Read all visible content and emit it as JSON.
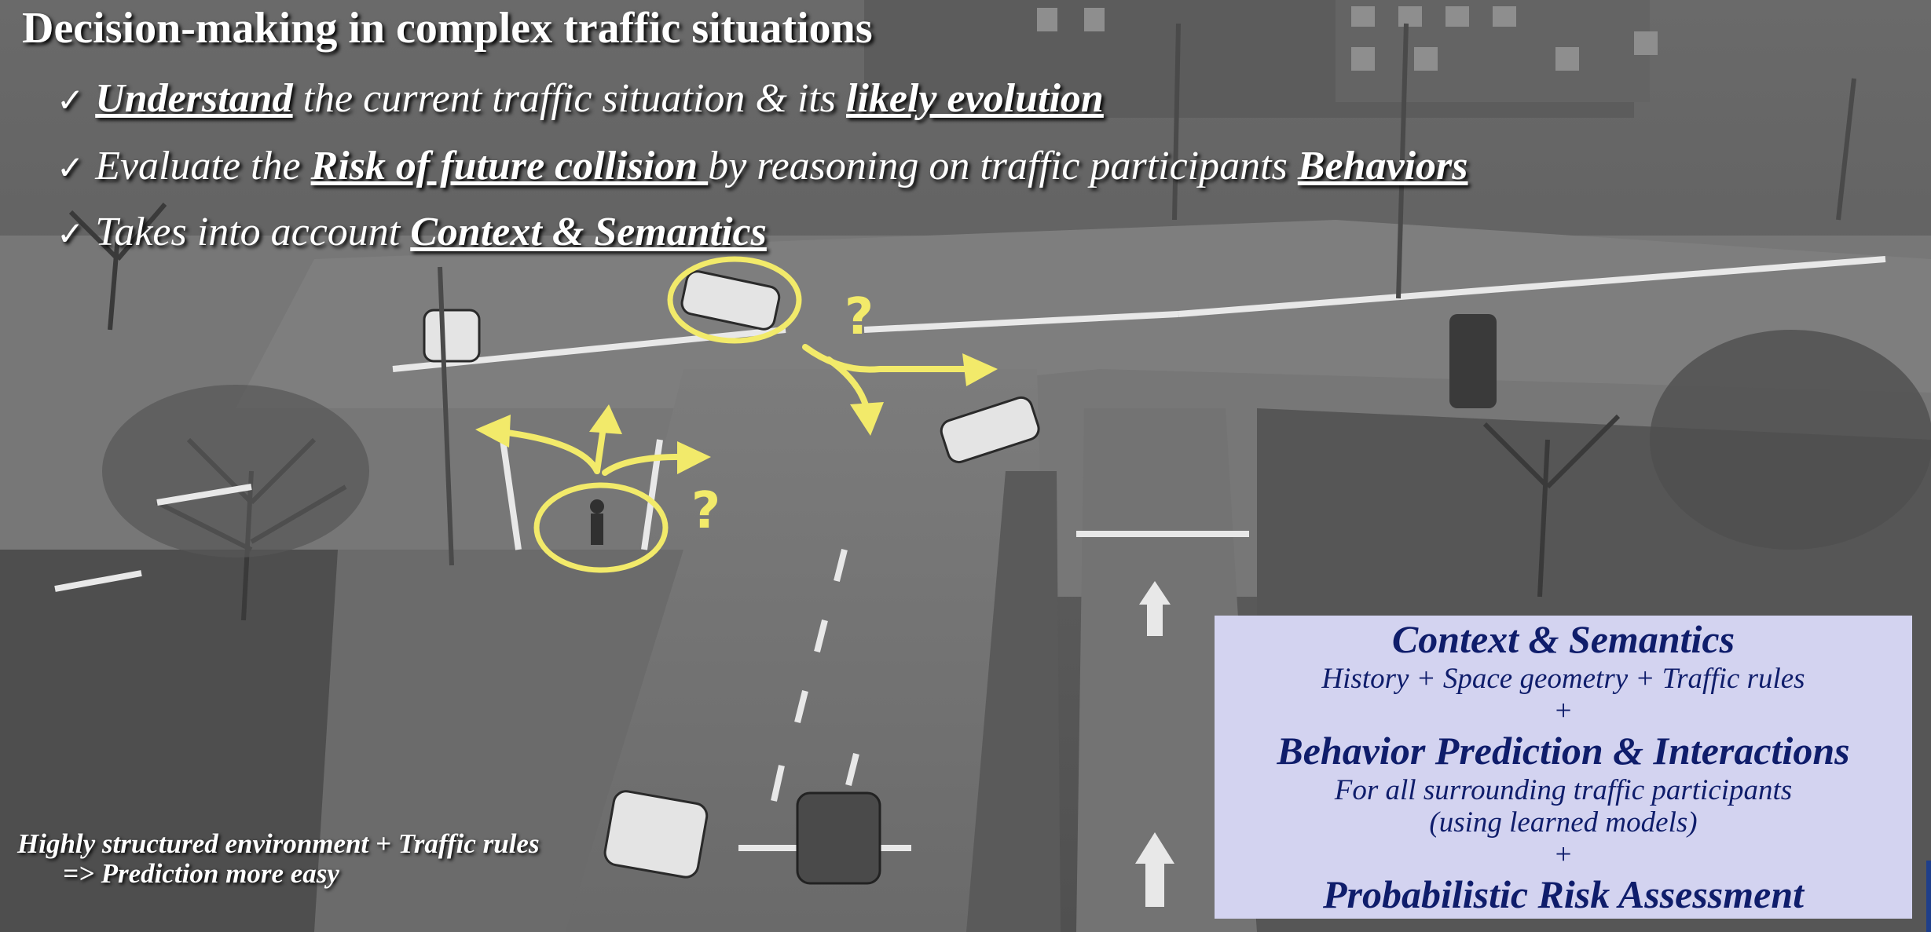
{
  "slide": {
    "title": "Decision-making in complex traffic situations",
    "bullets": [
      {
        "pre": "",
        "em1": "Understand",
        "mid": " the current traffic situation & its ",
        "em2": "likely evolution",
        "post": ""
      },
      {
        "pre": "Evaluate the ",
        "em1": "Risk of future collision ",
        "mid": "by reasoning on traffic participants ",
        "em2": "Behaviors",
        "post": ""
      },
      {
        "pre": "Takes into account ",
        "em1": "Context & Semantics",
        "mid": "",
        "em2": "",
        "post": ""
      }
    ],
    "check_symbol": "✓",
    "question_mark": "?",
    "notes": {
      "line1": "Highly structured environment + Traffic rules",
      "line2": "=> Prediction more easy"
    },
    "info_box": {
      "heading1": "Context & Semantics",
      "sub1": "History + Space geometry + Traffic rules",
      "plus": "+",
      "heading2": "Behavior Prediction & Interactions",
      "sub2a": "For all surrounding traffic participants",
      "sub2b": "(using learned models)",
      "heading3": "Probabilistic Risk Assessment"
    }
  },
  "colors": {
    "annotation_yellow": "#f2ea6a",
    "info_box_bg": "#d3d3f0",
    "info_box_text": "#0f1d6b",
    "title_text": "#ffffff"
  },
  "icons": [
    "check-icon",
    "arrow-icon",
    "question-mark-icon",
    "highlight-circle-icon"
  ]
}
